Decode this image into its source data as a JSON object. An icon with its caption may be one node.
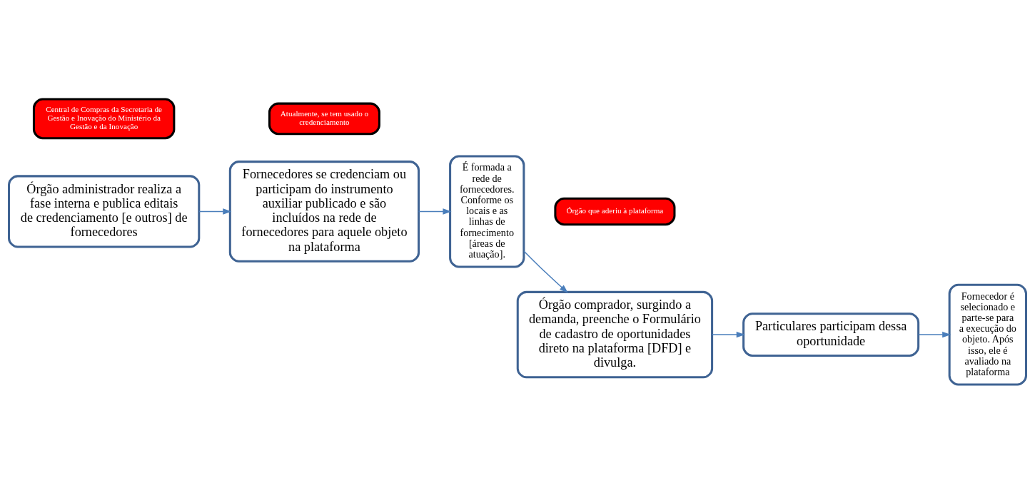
{
  "diagram": {
    "nodes": [
      {
        "text": [
          "Central de Compras da Secretaria de Gestão e Inovação do Ministério da Gestão e da Inovação"
        ]
      },
      {
        "text": [
          "Órgão administrador realiza a fase interna e publica editais de credenciamento [e outros] de fornecedores"
        ]
      },
      {
        "text": [
          "Atualmente, se tem usado o credenciamento"
        ]
      },
      {
        "text": [
          "Fornecedores se credenciam ou participam do instrumento auxiliar publicado e são incluídos na rede de fornecedores para aquele objeto na plataforma"
        ]
      },
      {
        "text": [
          "É formada a rede de fornecedores. Conforme os locais e as linhas de fornecimento [áreas de atuação]."
        ]
      },
      {
        "text": [
          "Órgão que aderiu à plataforma"
        ]
      },
      {
        "text": [
          "Órgão comprador, surgindo a demanda, preenche o Formulário de cadastro de oportunidades direto na plataforma [DFD] e divulga."
        ]
      },
      {
        "text": [
          "Particulares participam dessa oportunidade"
        ]
      },
      {
        "text": [
          "Fornecedor é selecionado e parte-se para a execução do objeto. Após isso, ele é avaliado na plataforma"
        ]
      }
    ],
    "edges": [
      {
        "from": 1,
        "to": 3,
        "arrow": "to"
      },
      {
        "from": 3,
        "to": 4,
        "arrow": "to"
      },
      {
        "from": 4,
        "to": 6,
        "arrow": "to"
      },
      {
        "from": 6,
        "to": 7,
        "arrow": "to"
      },
      {
        "from": 7,
        "to": 8,
        "arrow": "to"
      }
    ]
  }
}
